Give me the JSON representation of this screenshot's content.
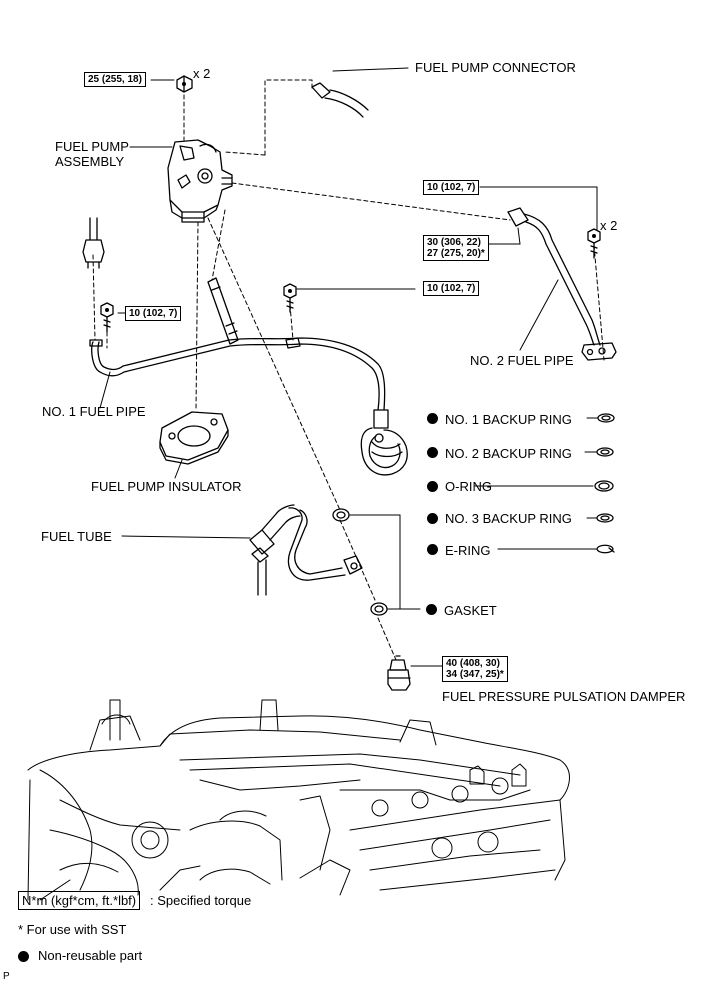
{
  "torque_specs": {
    "pump_nut": "25 (255, 18)",
    "pump_nut_qty": "x 2",
    "no2_pipe_bolt": "10 (102, 7)",
    "no2_pipe_bolt_qty": "x 2",
    "no2_pipe_union_line1": "30 (306, 22)",
    "no2_pipe_union_line2": "27 (275, 20)*",
    "center_bolt": "10 (102, 7)",
    "no1_pipe_bolt": "10 (102, 7)",
    "damper_line1": "40 (408, 30)",
    "damper_line2": "34 (347, 25)*"
  },
  "part_labels": {
    "fuel_pump_connector": "FUEL PUMP CONNECTOR",
    "fuel_pump_assembly_line1": "FUEL PUMP",
    "fuel_pump_assembly_line2": "ASSEMBLY",
    "no2_fuel_pipe": "NO. 2 FUEL PIPE",
    "no1_fuel_pipe": "NO. 1 FUEL PIPE",
    "fuel_pump_insulator": "FUEL PUMP INSULATOR",
    "fuel_tube": "FUEL TUBE",
    "gasket": "GASKET",
    "fuel_pressure_pulsation_damper": "FUEL PRESSURE PULSATION DAMPER"
  },
  "seal_parts": [
    {
      "label": "NO. 1 BACKUP RING",
      "non_reusable": true
    },
    {
      "label": "NO. 2 BACKUP RING",
      "non_reusable": true
    },
    {
      "label": "O-RING",
      "non_reusable": true
    },
    {
      "label": "NO. 3 BACKUP RING",
      "non_reusable": true
    },
    {
      "label": "E-RING",
      "non_reusable": true
    }
  ],
  "legend": {
    "torque_unit": "N*m (kgf*cm, ft.*lbf)",
    "torque_desc": ": Specified torque",
    "sst_note": "* For use with SST",
    "non_reusable_desc": "Non-reusable part"
  },
  "corner_mark": "P",
  "colors": {
    "ink": "#000000",
    "background": "#ffffff"
  }
}
